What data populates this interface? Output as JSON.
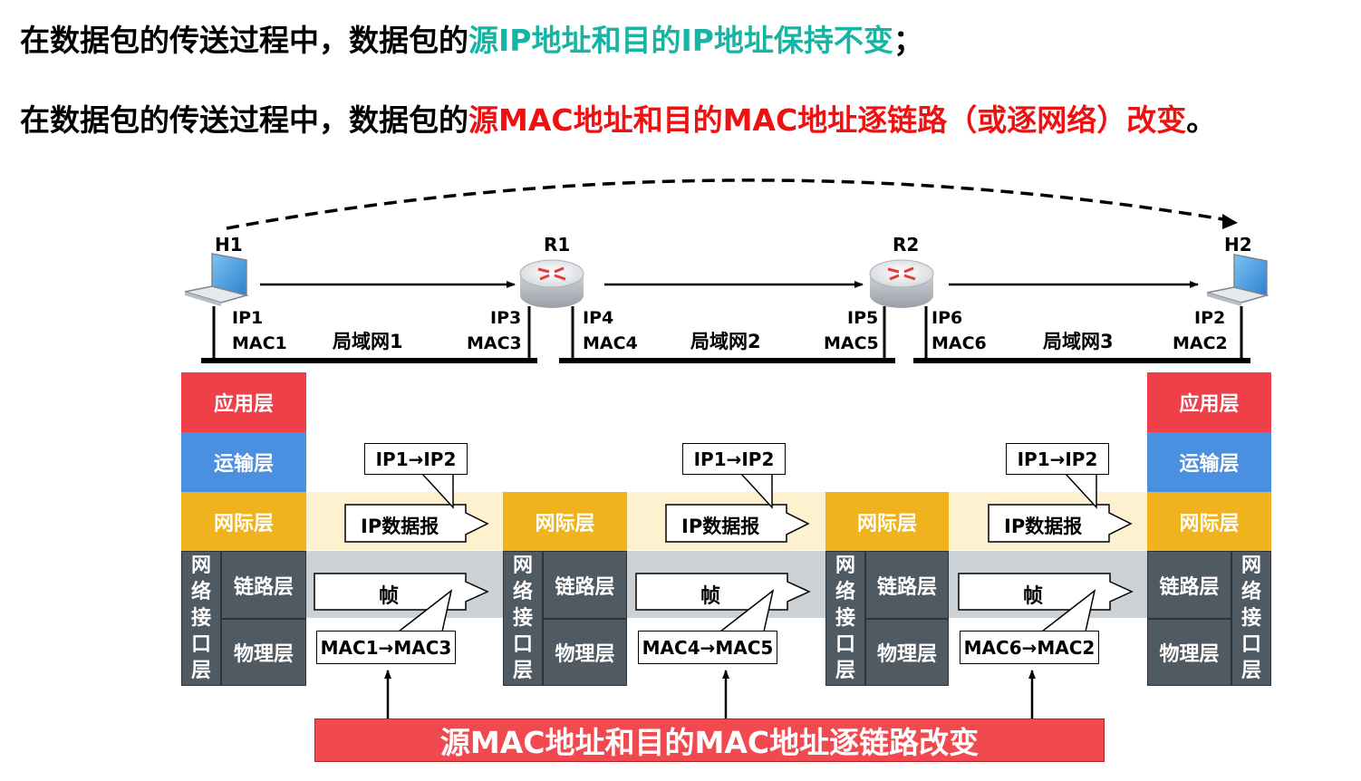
{
  "header": {
    "line1": {
      "p1": "在数据包的传送过程中，数据包的",
      "p2": "源IP地址和目的IP地址保持不变",
      "p3": "；"
    },
    "line2": {
      "p1": "在数据包的传送过程中，数据包的",
      "p2": "源MAC地址和目的MAC地址逐链路（或逐网络）改变",
      "p3": "。"
    }
  },
  "nodes": {
    "h1": {
      "name": "H1",
      "ip": "IP1",
      "mac": "MAC1"
    },
    "r1": {
      "name": "R1",
      "ip_left": "IP3",
      "mac_left": "MAC3",
      "ip_right": "IP4",
      "mac_right": "MAC4"
    },
    "r2": {
      "name": "R2",
      "ip_left": "IP5",
      "mac_left": "MAC5",
      "ip_right": "IP6",
      "mac_right": "MAC6"
    },
    "h2": {
      "name": "H2",
      "ip": "IP2",
      "mac": "MAC2"
    }
  },
  "lans": [
    "局域网1",
    "局域网2",
    "局域网3"
  ],
  "layers": {
    "application": "应用层",
    "transport": "运输层",
    "internet": "网际层",
    "netif": "网络接口层",
    "link": "链路层",
    "physical": "物理层"
  },
  "packet": {
    "ip_label": "IP数据报",
    "frame_label": "帧",
    "ip_pair": "IP1→IP2",
    "mac_pairs": [
      "MAC1→MAC3",
      "MAC4→MAC5",
      "MAC6→MAC2"
    ]
  },
  "footer_banner": "源MAC地址和目的MAC地址逐链路改变",
  "colors": {
    "teal_text": "#17b3a3",
    "red_text": "#ee1111",
    "application_layer": "#ef3f48",
    "transport_layer": "#4a8fe0",
    "internet_layer": "#f0b31d",
    "netif_layer": "#505a62",
    "internet_band": "#fdf1d0",
    "link_band": "#ccd1d6",
    "banner": "#f04a50"
  }
}
